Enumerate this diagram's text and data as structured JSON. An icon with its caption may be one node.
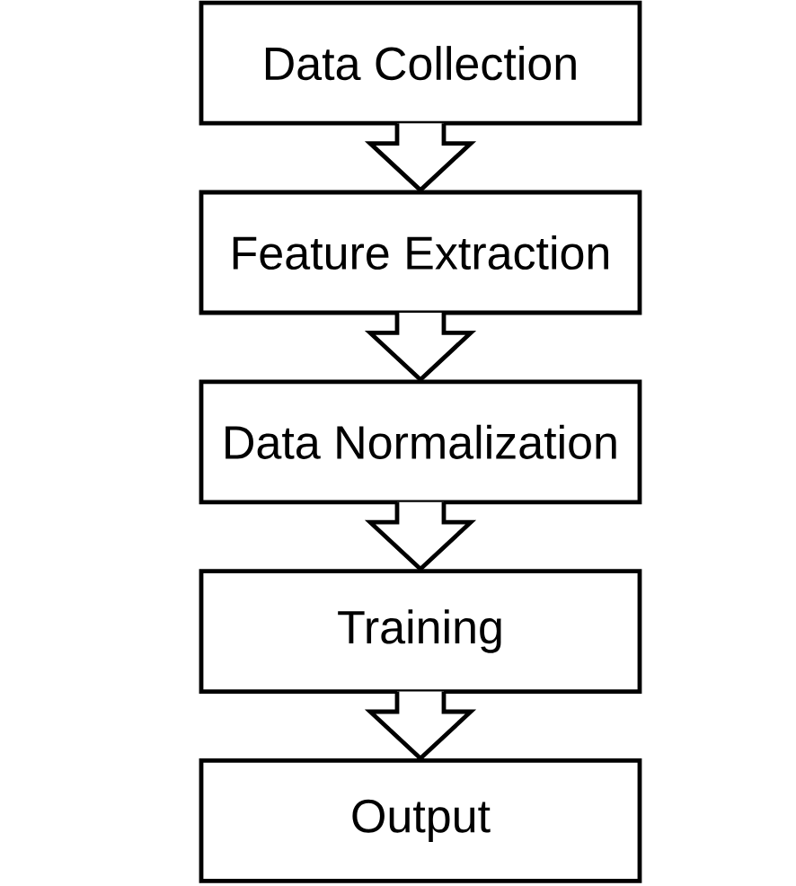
{
  "diagram": {
    "nodes": [
      {
        "text": [
          "Data Collection"
        ]
      },
      {
        "text": [
          "Feature Extraction"
        ]
      },
      {
        "text": [
          "Data Normalization"
        ]
      },
      {
        "text": [
          "Training"
        ]
      },
      {
        "text": [
          "Output"
        ]
      }
    ],
    "edges": [
      {
        "from": 0,
        "to": 1,
        "arrow": "to"
      },
      {
        "from": 1,
        "to": 2,
        "arrow": "to"
      },
      {
        "from": 2,
        "to": 3,
        "arrow": "to"
      },
      {
        "from": 3,
        "to": 4,
        "arrow": "to"
      }
    ]
  }
}
